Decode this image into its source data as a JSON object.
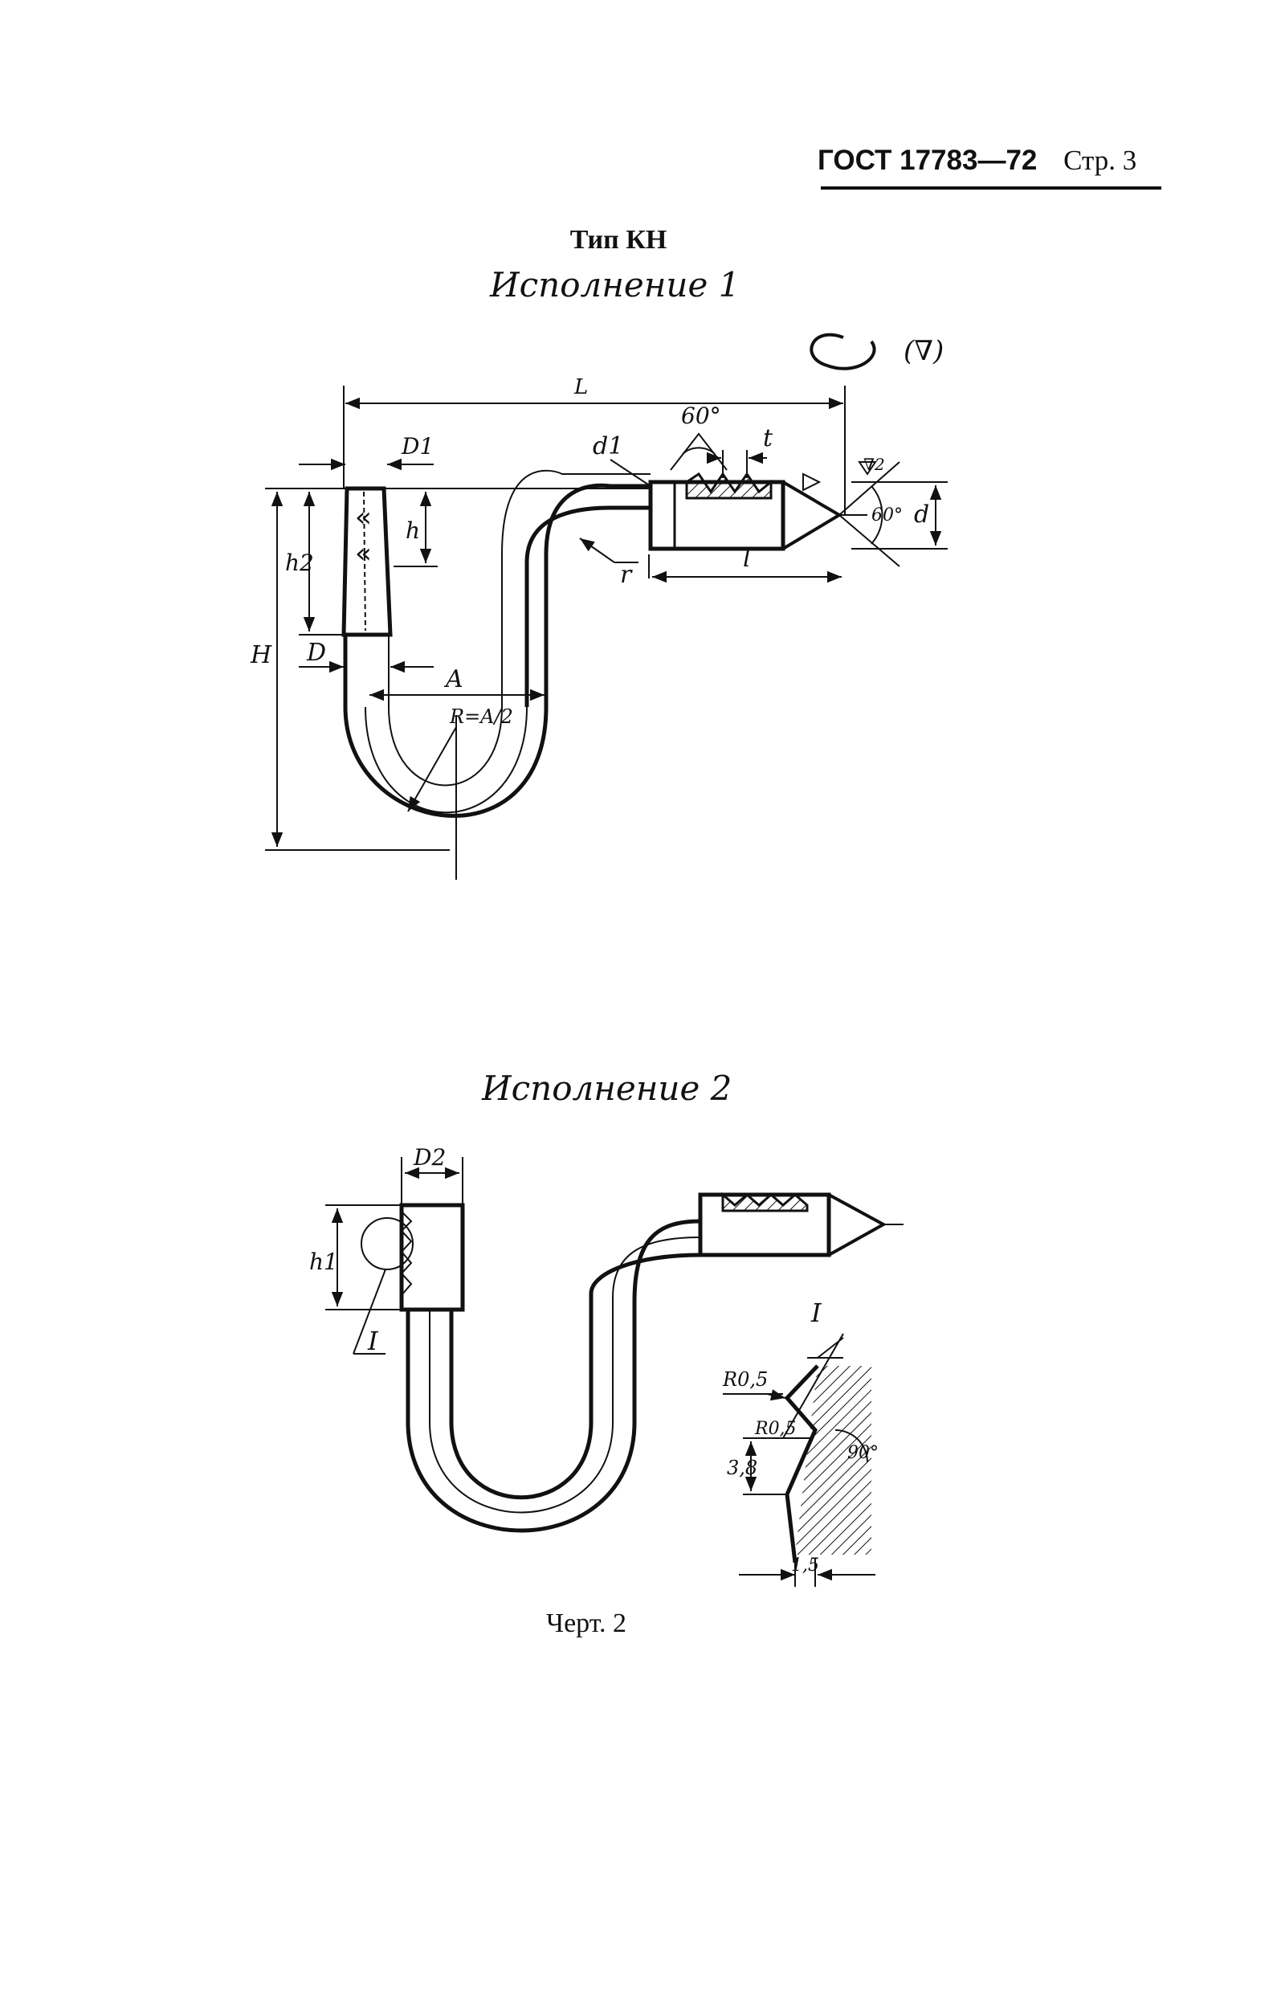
{
  "header": {
    "standard": "ГОСТ 17783—72",
    "page": "Стр. 3"
  },
  "type_title": "Тип КН",
  "variant1": {
    "title": "Исполнение 1",
    "roughness_mark": "(∇)",
    "dims": {
      "L": "L",
      "D1": "D1",
      "h2": "h2",
      "h": "h",
      "H": "H",
      "D": "D",
      "A": "A",
      "R": "R=A/2",
      "r": "r",
      "d1": "d1",
      "angle": "60°",
      "t": "t",
      "l": "l",
      "d": "d",
      "angle2": "60°",
      "roughness": "∇2"
    }
  },
  "variant2": {
    "title": "Исполнение 2",
    "dims": {
      "D2": "D2",
      "h1": "h1",
      "detail_ref": "I"
    },
    "detail": {
      "title": "I",
      "r_outer": "R0,5",
      "r_inner": "R0,5",
      "pitch": "3,8",
      "angle": "90°",
      "flat": "1,5"
    }
  },
  "caption": "Черт. 2"
}
